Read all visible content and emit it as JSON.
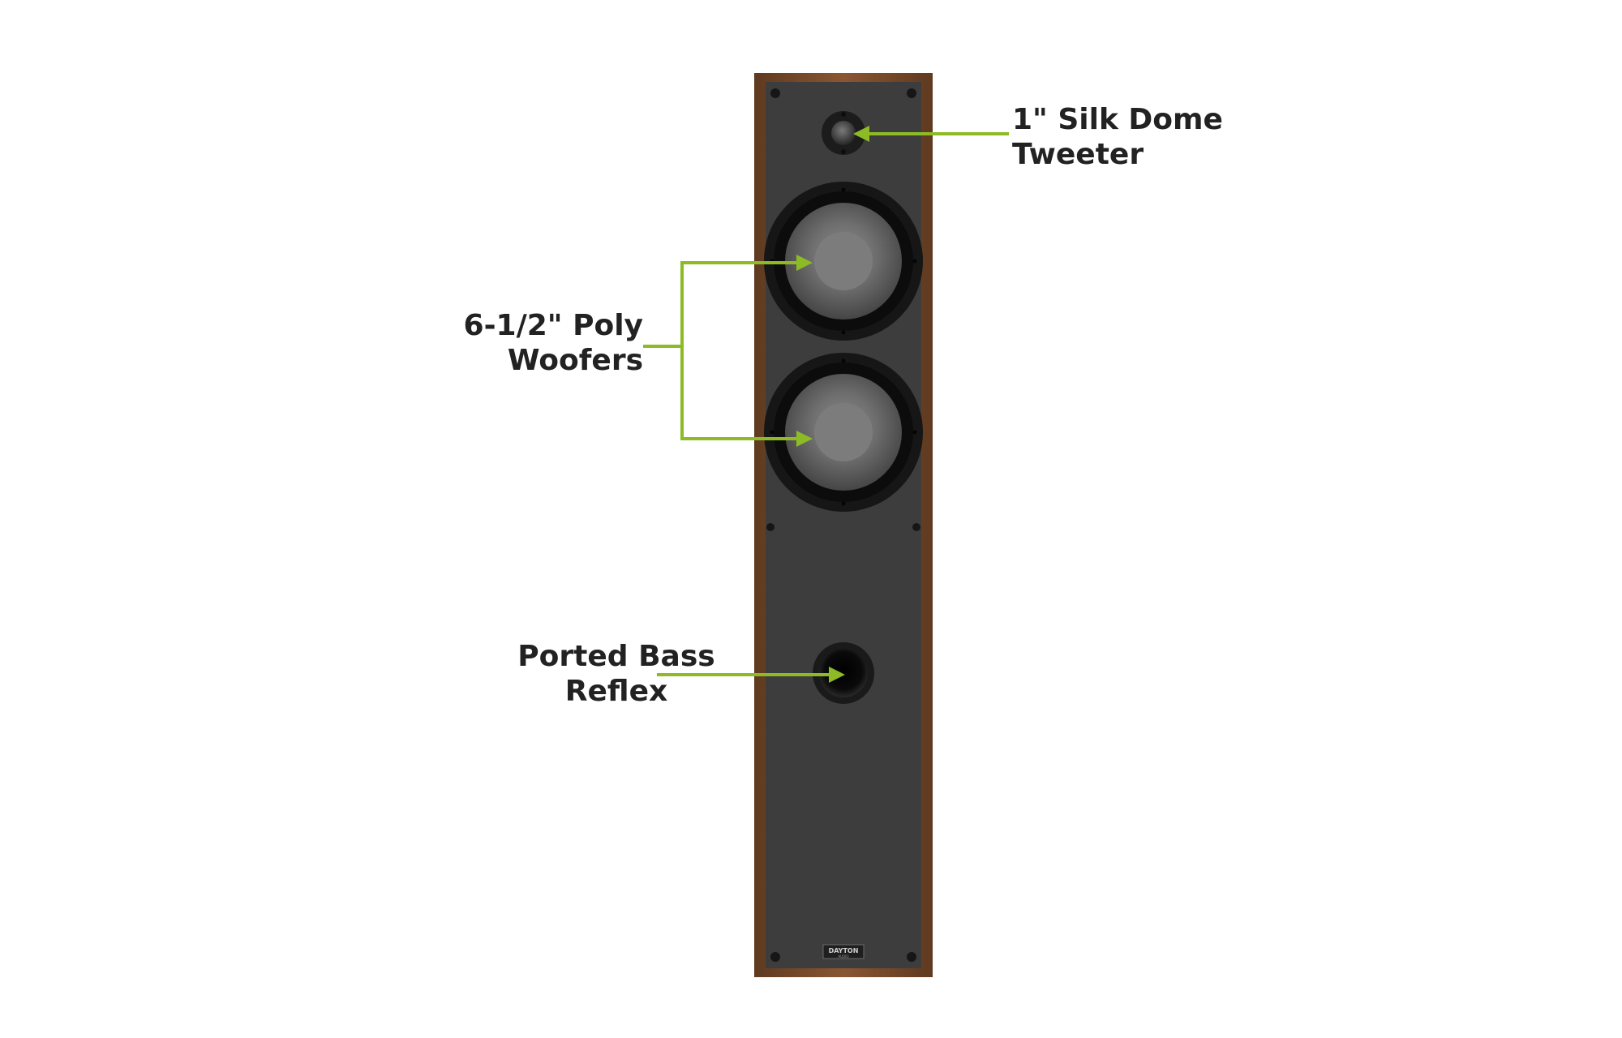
{
  "colors": {
    "accent": "#8dbb25",
    "cabinet_wood": "#7a4a2a",
    "baffle": "#3d3d3d",
    "label_text": "#222222"
  },
  "labels": {
    "tweeter": {
      "line1": "1\" Silk Dome",
      "line2": "Tweeter"
    },
    "woofers": {
      "line1": "6-1/2\" Poly",
      "line2": "Woofers"
    },
    "port": {
      "line1": "Ported Bass",
      "line2": "Reflex"
    }
  },
  "product": {
    "logo_text": "DAYTON",
    "logo_subtext": "AUDIO"
  }
}
